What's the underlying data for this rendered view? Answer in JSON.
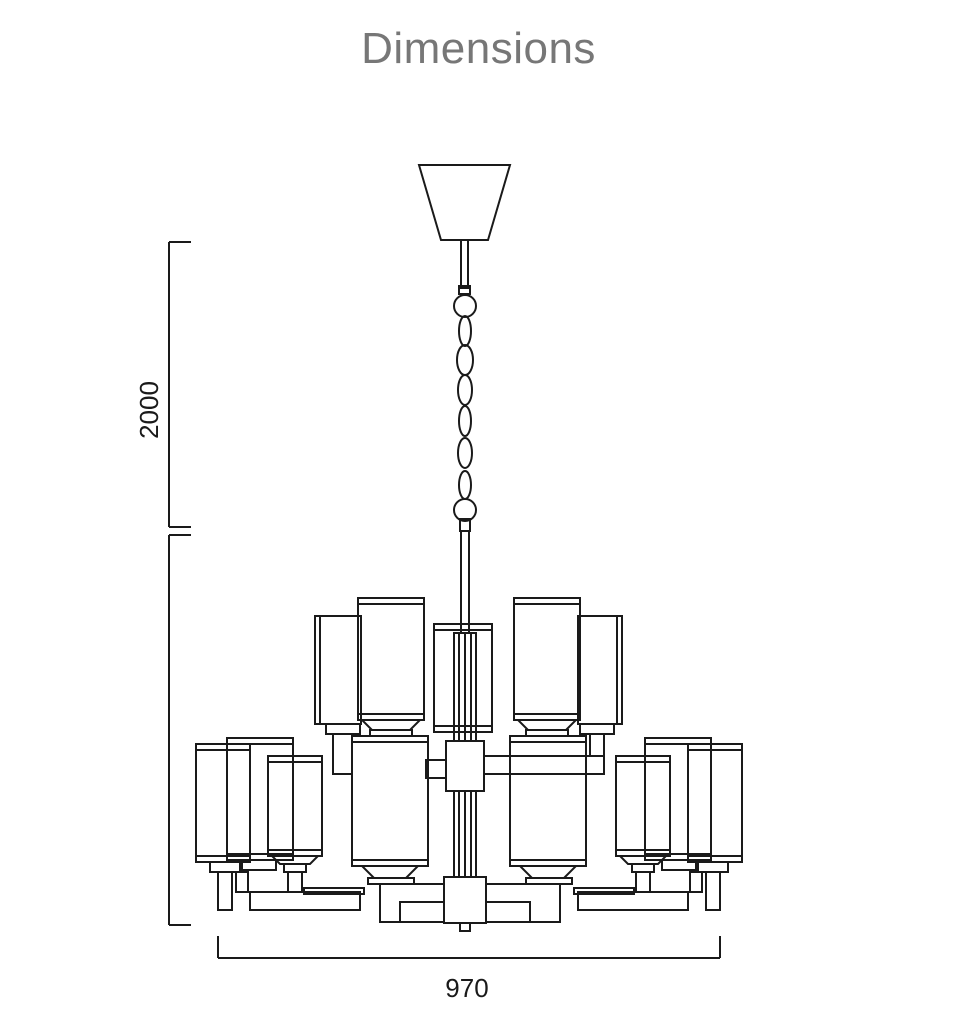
{
  "page": {
    "title": "Dimensions"
  },
  "dimensions": {
    "width_label": "970",
    "height_label": "2000"
  },
  "colors": {
    "title": "#777777",
    "line": "#1a1a1a",
    "background": "#ffffff"
  }
}
